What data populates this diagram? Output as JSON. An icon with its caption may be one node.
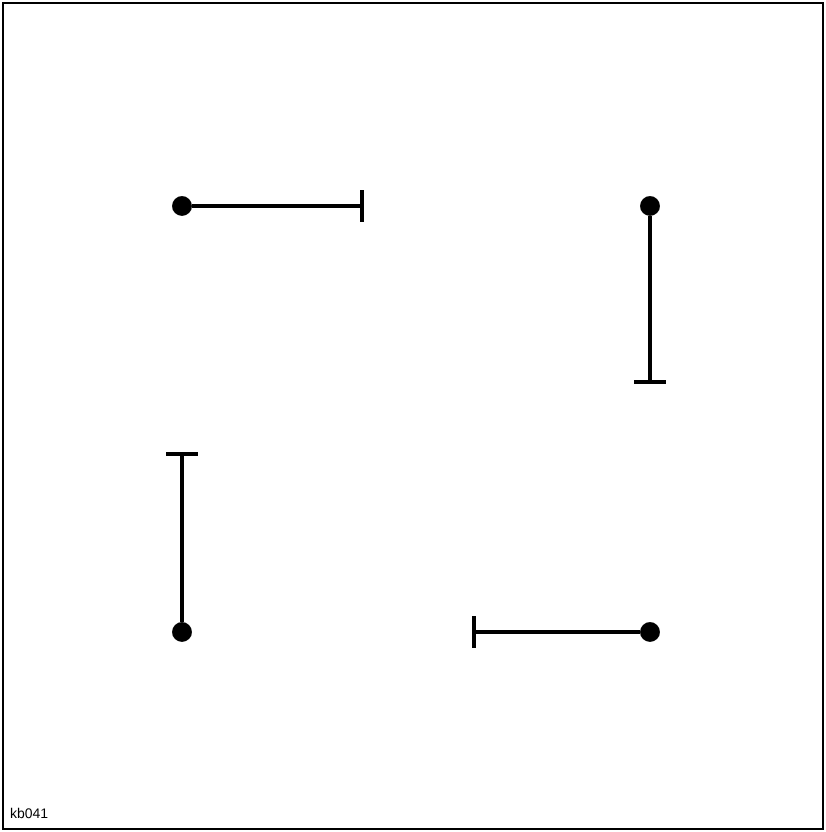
{
  "diagram": {
    "nodes": [
      {
        "text": [],
        "shape": "circle"
      },
      {
        "text": [],
        "shape": "circle"
      },
      {
        "text": [],
        "shape": "circle"
      },
      {
        "text": [],
        "shape": "circle"
      }
    ],
    "edges": [
      {
        "from": 0,
        "to": null,
        "arrow": "other"
      },
      {
        "from": 1,
        "to": null,
        "arrow": "other"
      },
      {
        "from": 2,
        "to": null,
        "arrow": "other"
      },
      {
        "from": 3,
        "to": null,
        "arrow": "other"
      }
    ],
    "labels": [
      "kb041"
    ]
  }
}
